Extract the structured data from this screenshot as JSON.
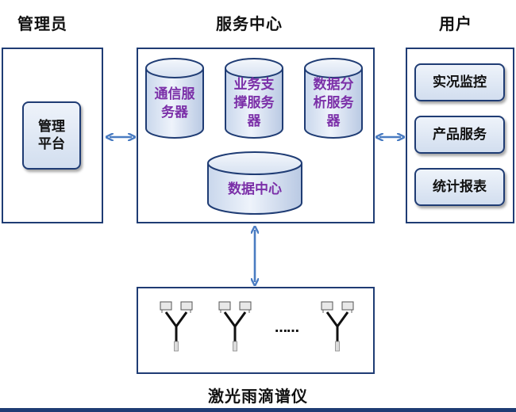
{
  "headings": {
    "admin": "管理员",
    "service_center": "服务中心",
    "user": "用户",
    "sensor": "激光雨滴谱仪"
  },
  "admin_panel": {
    "platform_line1": "管理",
    "platform_line2": "平台"
  },
  "service_center": {
    "comm_server_line1": "通信服",
    "comm_server_line2": "务器",
    "support_server_line1": "业务支",
    "support_server_line2": "撑服务",
    "support_server_line3": "器",
    "analysis_server_line1": "数据分",
    "analysis_server_line2": "析服务",
    "analysis_server_line3": "器",
    "data_center": "数据中心"
  },
  "user_panel": {
    "items": [
      "实况监控",
      "产品服务",
      "统计报表"
    ]
  },
  "sensor_panel": {
    "ellipsis": "……"
  },
  "colors": {
    "border": "#1f3c74",
    "arrow": "#4a7cc2",
    "server_text": "#7b2fa8"
  }
}
